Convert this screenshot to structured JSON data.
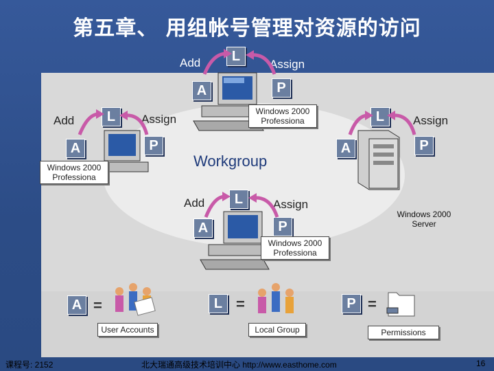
{
  "slide": {
    "title": "第五章、  用组帐号管理对资源的访问",
    "workgroup": "Workgroup",
    "labels": {
      "add": "Add",
      "assign": "Assign",
      "a": "A",
      "l": "L",
      "p": "P"
    },
    "computers": {
      "top": "Windows 2000 Professiona",
      "left": "Windows 2000 Professiona",
      "bottom": "Windows 2000 Professiona",
      "server": "Windows 2000 Server"
    },
    "legend": {
      "a": "A",
      "l": "L",
      "p": "P",
      "eq": "=",
      "user_accounts": "User Accounts",
      "local_group": "Local Group",
      "permissions": "Permissions"
    },
    "footer": {
      "course": "课程号: 2152",
      "center": "北大瑞通高级技术培训中心 http://www.easthome.com",
      "page": "16"
    }
  },
  "colors": {
    "background": "#2e4f86",
    "panel": "#d9d9d9",
    "accent": "#c85aa8",
    "box": "#6b7fa0"
  }
}
